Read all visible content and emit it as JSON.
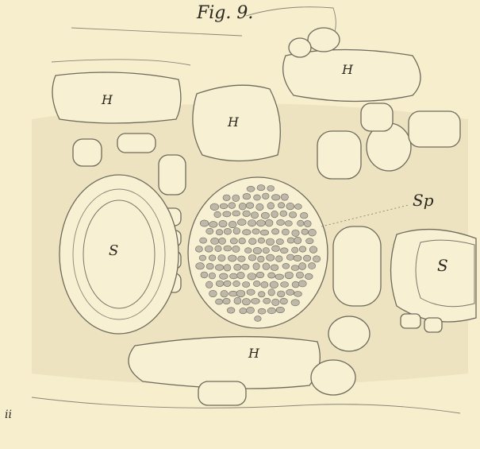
{
  "figure": {
    "title": "Fig. 9.",
    "labels": {
      "H_top_right": "H",
      "H_left": "H",
      "H_center": "H",
      "H_bottom": "H",
      "Sp": "Sp",
      "S_left": "S",
      "S_right": "S",
      "corner_mark": "ii"
    }
  },
  "colors": {
    "paper": "#f6eecd",
    "ink": "#6e6a5c",
    "spore_fill": "#bdb8a8"
  }
}
